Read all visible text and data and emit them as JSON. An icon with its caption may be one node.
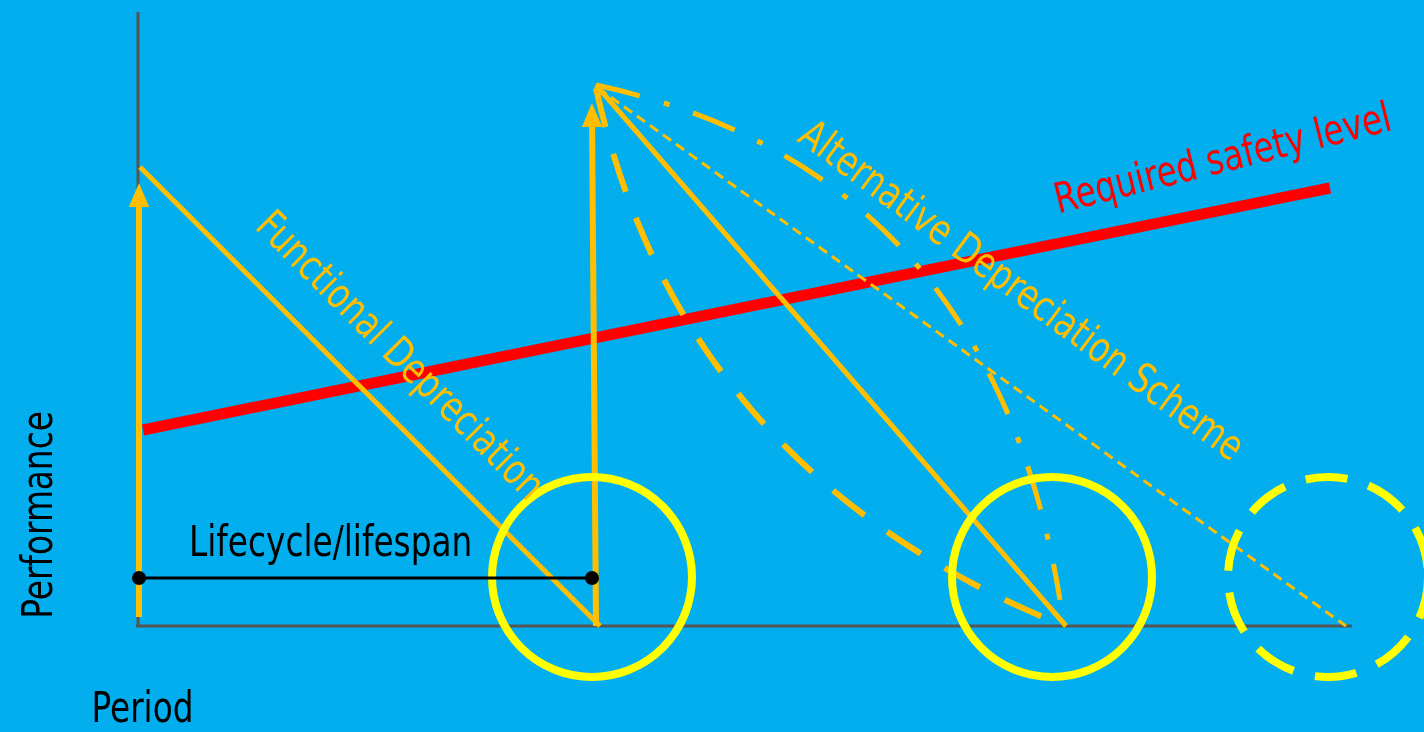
{
  "diagram": {
    "labels": [
      "Performance",
      "Period",
      "Lifecycle/lifespan",
      "Functional Depreciation",
      "Alternative Depreciation Scheme",
      "Required safety level"
    ]
  }
}
